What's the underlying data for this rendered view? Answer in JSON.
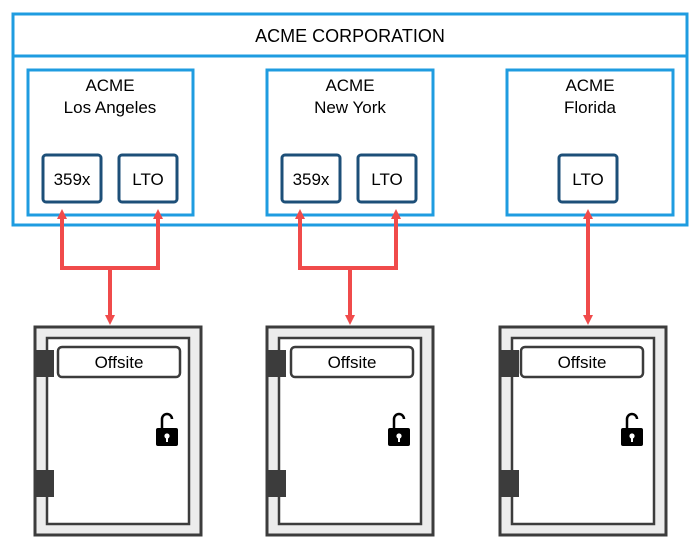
{
  "title": "ACME CORPORATION",
  "sites": [
    {
      "name_line1": "ACME",
      "name_line2": "Los Angeles",
      "devices": [
        "359x",
        "LTO"
      ]
    },
    {
      "name_line1": "ACME",
      "name_line2": "New York",
      "devices": [
        "359x",
        "LTO"
      ]
    },
    {
      "name_line1": "ACME",
      "name_line2": "Florida",
      "devices": [
        "LTO"
      ]
    }
  ],
  "vaults": [
    {
      "label": "Offsite",
      "icon": "unlocked-padlock-icon"
    },
    {
      "label": "Offsite",
      "icon": "unlocked-padlock-icon"
    },
    {
      "label": "Offsite",
      "icon": "unlocked-padlock-icon"
    }
  ],
  "colors": {
    "container_border": "#1f9ce0",
    "device_border": "#1d4f78",
    "arrow": "#f04b4b",
    "vault_frame": "#3c3c3c",
    "vault_fill": "#ececec"
  }
}
